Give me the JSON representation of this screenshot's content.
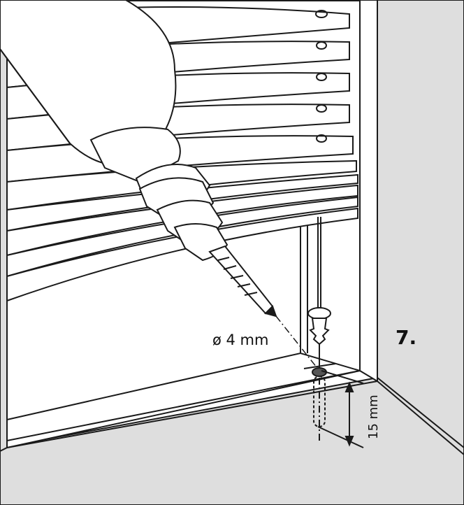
{
  "step_label": "7.",
  "drill_diameter_label": "ø 4 mm",
  "depth_label": "15 mm",
  "colors": {
    "wall": "#dedede",
    "window_face": "#ffffff",
    "line": "#1a1a1a",
    "background": "#ffffff"
  },
  "icons": [
    "drill-icon",
    "drill-bit-icon",
    "anchor-plug-icon",
    "blind-slats-icon"
  ]
}
